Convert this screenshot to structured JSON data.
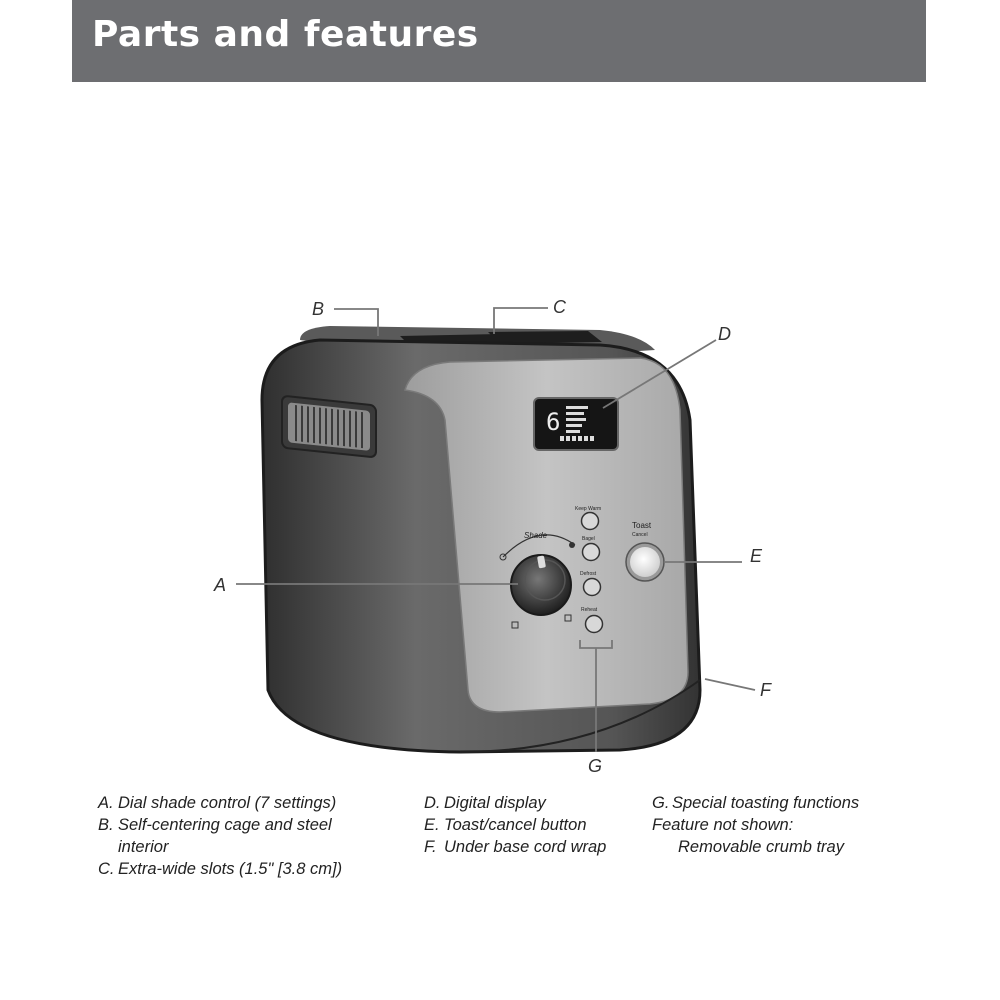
{
  "header": {
    "title": "Parts and features"
  },
  "callouts": {
    "A": "A",
    "B": "B",
    "C": "C",
    "D": "D",
    "E": "E",
    "F": "F",
    "G": "G"
  },
  "toaster": {
    "shade_label": "Shade",
    "display_value": "6",
    "button_labels": [
      "Keep Warm",
      "Bagel",
      "Defrost",
      "Reheat"
    ],
    "toast_button_label": "Toast",
    "toast_button_sub": "Cancel"
  },
  "legend": {
    "column1": [
      {
        "letter": "A.",
        "text": "Dial shade control (7 settings)"
      },
      {
        "letter": "B.",
        "text": "Self-centering cage and steel"
      },
      {
        "letter": "",
        "text": "interior"
      },
      {
        "letter": "C.",
        "text": "Extra-wide slots (1.5\" [3.8 cm])"
      }
    ],
    "column2": [
      {
        "letter": "D.",
        "text": "Digital display"
      },
      {
        "letter": "E.",
        "text": "Toast/cancel button"
      },
      {
        "letter": "F.",
        "text": "Under base cord wrap"
      }
    ],
    "column3": [
      {
        "letter": "G.",
        "text": "Special toasting functions"
      },
      {
        "letter": "",
        "text": "Feature not shown:"
      },
      {
        "letter": "",
        "text": "Removable crumb tray"
      }
    ]
  },
  "colors": {
    "header_bg": "#6d6e71",
    "body_dark": "#4a4a4a",
    "panel_silver": "#b9b9b9"
  }
}
